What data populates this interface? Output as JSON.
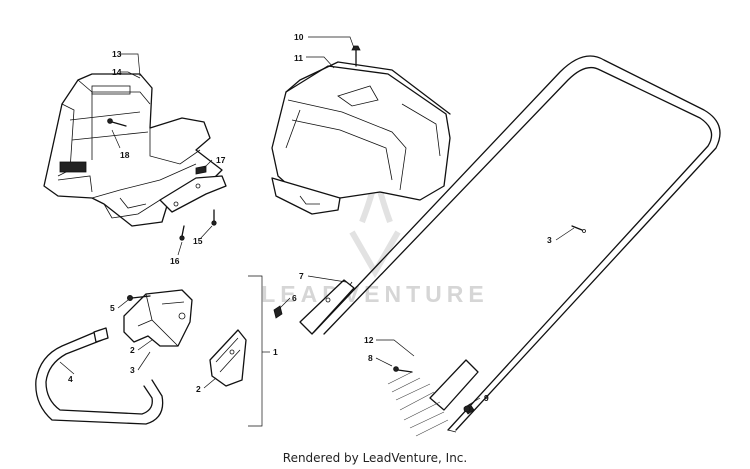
{
  "watermark": {
    "text": "LEADVENTURE"
  },
  "footer": {
    "text": "Rendered by LeadVenture, Inc."
  },
  "callouts": {
    "c1": "1",
    "c2a": "2",
    "c2b": "2",
    "c3a": "3",
    "c3b": "3",
    "c4": "4",
    "c5": "5",
    "c6": "6",
    "c7": "7",
    "c8": "8",
    "c9": "9",
    "c10": "10",
    "c11": "11",
    "c12": "12",
    "c13": "13",
    "c14": "14",
    "c15": "15",
    "c16": "16",
    "c17": "17",
    "c18": "18"
  }
}
